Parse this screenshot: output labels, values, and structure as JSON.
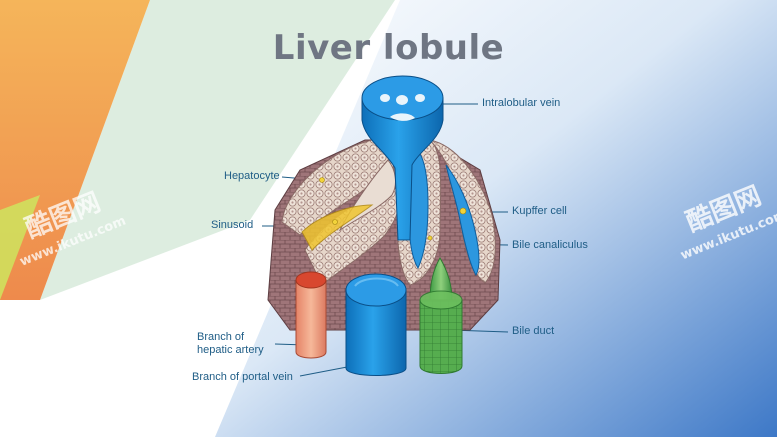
{
  "title": "Liver lobule",
  "labels": {
    "intralobular_vein": "Intralobular vein",
    "hepatocyte": "Hepatocyte",
    "kupffer_cell": "Kupffer cell",
    "sinusoid": "Sinusoid",
    "bile_canaliculus": "Bile canaliculus",
    "hepatic_artery_line1": "Branch of",
    "hepatic_artery_line2": "hepatic artery",
    "bile_duct": "Bile duct",
    "portal_vein": "Branch of portal vein"
  },
  "watermark": {
    "brand": "酷图网",
    "url": "www.ikutu.com"
  },
  "colors": {
    "title": "#6f7683",
    "label": "#1f5d86",
    "vein_blue": "#1f8fd6",
    "artery_red": "#d8472f",
    "bile_green": "#4fa84a",
    "hepatocyte_tan": "#e3d3c7",
    "plate_mauve": "#9a7275"
  }
}
